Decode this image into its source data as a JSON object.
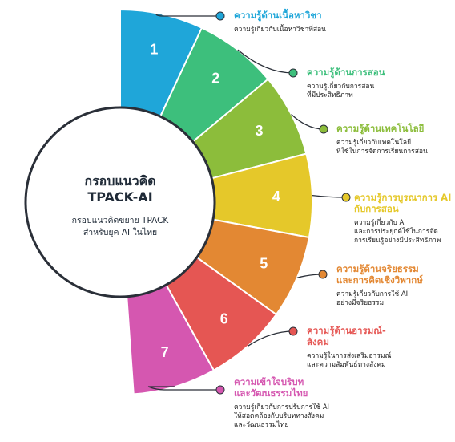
{
  "center": {
    "title_line1": "กรอบแนวคิด",
    "title_line2": "TPACK-AI",
    "subtitle_line1": "กรอบแนวคิดขยาย TPACK",
    "subtitle_line2": "สำหรับยุค AI ในไทย"
  },
  "segments": [
    {
      "number": "1",
      "color": "#1fa6d9",
      "title_lines": [
        "ความรู้ด้านเนื้อหาวิชา"
      ],
      "desc_lines": [
        "ความรู้เกี่ยวกับเนื้อหาวิชาที่สอน"
      ]
    },
    {
      "number": "2",
      "color": "#3dbf7c",
      "title_lines": [
        "ความรู้ด้านการสอน"
      ],
      "desc_lines": [
        "ความรู้เกี่ยวกับการสอน",
        "ที่มีประสิทธิภาพ"
      ]
    },
    {
      "number": "3",
      "color": "#8cbd3b",
      "title_lines": [
        "ความรู้ด้านเทคโนโลยี"
      ],
      "desc_lines": [
        "ความรู้เกี่ยวกับเทคโนโลยี",
        "ที่ใช้ในการจัดการเรียนการสอน"
      ]
    },
    {
      "number": "4",
      "color": "#e5c82a",
      "title_lines": [
        "ความรู้การบูรณาการ AI",
        "กับการสอน"
      ],
      "desc_lines": [
        "ความรู้เกี่ยวกับ AI",
        "และการประยุกต์ใช้ในการจัด",
        "การเรียนรู้อย่างมีประสิทธิภาพ"
      ]
    },
    {
      "number": "5",
      "color": "#e38833",
      "title_lines": [
        "ความรู้ด้านจริยธรรม",
        "และการคิดเชิงวิพากษ์"
      ],
      "desc_lines": [
        "ความรู้เกี่ยวกับการใช้ AI",
        "อย่างมีจริยธรรม"
      ]
    },
    {
      "number": "6",
      "color": "#e55653",
      "title_lines": [
        "ความรู้ด้านอารมณ์-",
        "สังคม"
      ],
      "desc_lines": [
        "ความรู้ในการส่งเสริมอารมณ์",
        "และความสัมพันธ์ทางสังคม"
      ]
    },
    {
      "number": "7",
      "color": "#d557b0",
      "title_lines": [
        "ความเข้าใจบริบท",
        "และวัฒนธรรมไทย"
      ],
      "desc_lines": [
        "ความรู้เกี่ยวกับการปรับการใช้ AI",
        "ให้สอดคล้องกับบริบททางสังคม",
        "และวัฒนธรรมไทย"
      ]
    }
  ]
}
